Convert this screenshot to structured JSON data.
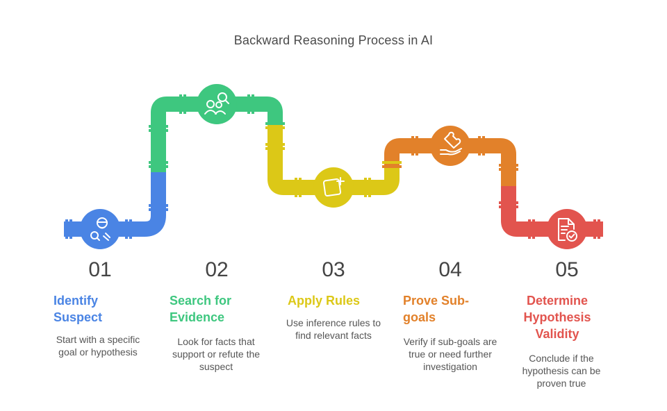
{
  "title": "Backward Reasoning Process in AI",
  "colors": {
    "blue": "#4a84e4",
    "green": "#3ec77f",
    "yellow": "#dcc817",
    "orange": "#e2812a",
    "red": "#e2544e"
  },
  "steps": [
    {
      "number": "01",
      "heading": "Identify Suspect",
      "description": "Start with a specific goal or hypothesis",
      "icon": "detective-icon"
    },
    {
      "number": "02",
      "heading": "Search for Evidence",
      "description": "Look for facts that support or refute the suspect",
      "icon": "people-search-icon"
    },
    {
      "number": "03",
      "heading": "Apply Rules",
      "description": "Use inference rules to find relevant facts",
      "icon": "add-note-icon"
    },
    {
      "number": "04",
      "heading": "Prove Sub-goals",
      "description": "Verify if sub-goals are true or need further investigation",
      "icon": "puzzle-hand-icon"
    },
    {
      "number": "05",
      "heading": "Determine Hypothesis Validity",
      "description": "Conclude if the hypothesis can be proven true",
      "icon": "document-check-icon"
    }
  ]
}
